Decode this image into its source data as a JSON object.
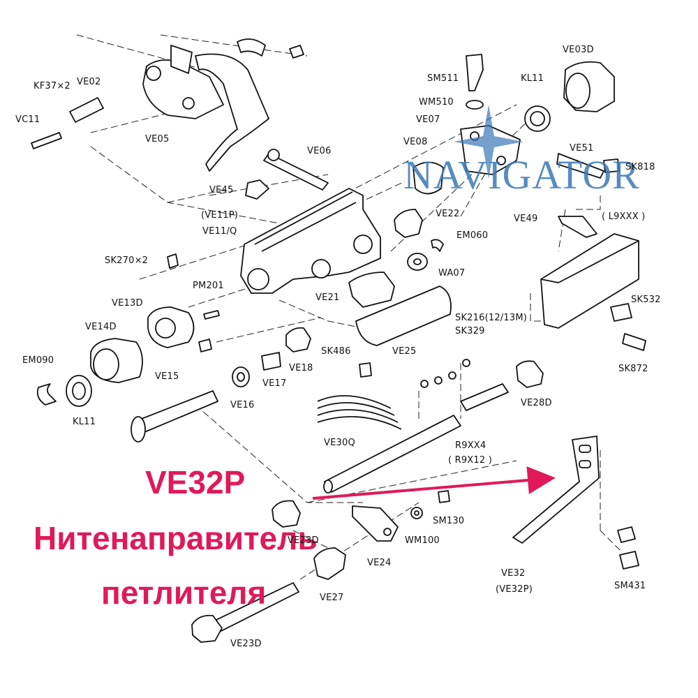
{
  "diagram": {
    "callout": {
      "code": "VE32P",
      "line1": "Нитенаправитель",
      "line2": "петлителя",
      "color": "#e0195a"
    },
    "watermark": {
      "text": "NAVIGATOR",
      "color": "#3a78b6"
    },
    "labels": [
      {
        "id": "kf37",
        "text": "KF37×2"
      },
      {
        "id": "ve02",
        "text": "VE02"
      },
      {
        "id": "vc11",
        "text": "VC11"
      },
      {
        "id": "ve05",
        "text": "VE05"
      },
      {
        "id": "ve06",
        "text": "VE06"
      },
      {
        "id": "ve45",
        "text": "VE45"
      },
      {
        "id": "ve11p",
        "text": "(VE11P)"
      },
      {
        "id": "ve11q",
        "text": "VE11/Q"
      },
      {
        "id": "sk270",
        "text": "SK270×2"
      },
      {
        "id": "pm201",
        "text": "PM201"
      },
      {
        "id": "ve13d",
        "text": "VE13D"
      },
      {
        "id": "ve14d",
        "text": "VE14D"
      },
      {
        "id": "em090",
        "text": "EM090"
      },
      {
        "id": "kl11a",
        "text": "KL11"
      },
      {
        "id": "ve15",
        "text": "VE15"
      },
      {
        "id": "ve16",
        "text": "VE16"
      },
      {
        "id": "ve17",
        "text": "VE17"
      },
      {
        "id": "ve18",
        "text": "VE18"
      },
      {
        "id": "ve21",
        "text": "VE21"
      },
      {
        "id": "ve25",
        "text": "VE25"
      },
      {
        "id": "sk486",
        "text": "SK486"
      },
      {
        "id": "sm511",
        "text": "SM511"
      },
      {
        "id": "wm510",
        "text": "WM510"
      },
      {
        "id": "ve07",
        "text": "VE07"
      },
      {
        "id": "ve08",
        "text": "VE08"
      },
      {
        "id": "ve22",
        "text": "VE22"
      },
      {
        "id": "em060",
        "text": "EM060"
      },
      {
        "id": "wa07",
        "text": "WA07"
      },
      {
        "id": "kl11b",
        "text": "KL11"
      },
      {
        "id": "ve03d",
        "text": "VE03D"
      },
      {
        "id": "ve51",
        "text": "VE51"
      },
      {
        "id": "sk818",
        "text": "SK818"
      },
      {
        "id": "ve49",
        "text": "VE49"
      },
      {
        "id": "l9xxx",
        "text": "( L9XXX )"
      },
      {
        "id": "sk532",
        "text": "SK532"
      },
      {
        "id": "sk216",
        "text": "SK216(12/13M)"
      },
      {
        "id": "sk329",
        "text": "SK329"
      },
      {
        "id": "sk872",
        "text": "SK872"
      },
      {
        "id": "ve28d",
        "text": "VE28D"
      },
      {
        "id": "ve30q",
        "text": "VE30Q"
      },
      {
        "id": "r9xx4",
        "text": "R9XX4"
      },
      {
        "id": "r9x12",
        "text": "( R9X12 )"
      },
      {
        "id": "ve23b",
        "text": "VE23D"
      },
      {
        "id": "sm130",
        "text": "SM130"
      },
      {
        "id": "wm100",
        "text": "WM100"
      },
      {
        "id": "ve24",
        "text": "VE24"
      },
      {
        "id": "ve27",
        "text": "VE27"
      },
      {
        "id": "ve23d",
        "text": "VE23D"
      },
      {
        "id": "ve32",
        "text": "VE32"
      },
      {
        "id": "ve32p",
        "text": "(VE32P)"
      },
      {
        "id": "sm431",
        "text": "SM431"
      }
    ]
  }
}
